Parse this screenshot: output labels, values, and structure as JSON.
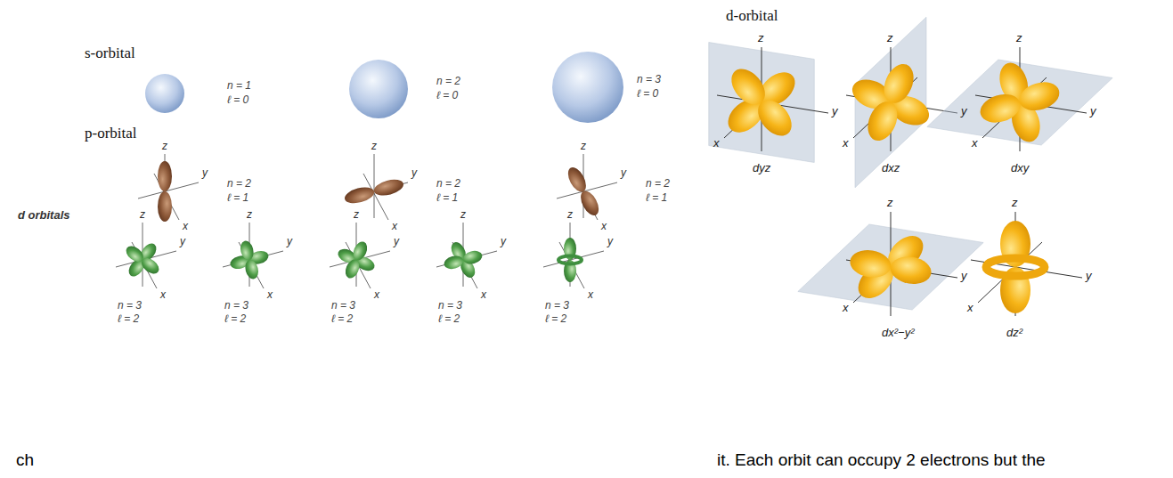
{
  "diagram": {
    "labels": [
      "s-orbital",
      "n = 1",
      "ℓ = 0",
      "n = 2",
      "ℓ = 0",
      "n = 3",
      "ℓ = 0",
      "p-orbital",
      "z",
      "y",
      "x",
      "n = 2",
      "ℓ = 1",
      "z",
      "y",
      "x",
      "n = 2",
      "ℓ = 1",
      "z",
      "y",
      "x",
      "n = 2",
      "ℓ = 1",
      "d orbitals",
      "z",
      "y",
      "x",
      "n = 3",
      "ℓ = 2",
      "z",
      "y",
      "x",
      "n = 3",
      "ℓ = 2",
      "z",
      "y",
      "x",
      "n = 3",
      "ℓ = 2",
      "z",
      "y",
      "x",
      "n = 3",
      "ℓ = 2",
      "z",
      "y",
      "x",
      "n = 3",
      "ℓ = 2",
      "d-orbital",
      "z",
      "y",
      "x",
      "dyz",
      "z",
      "y",
      "x",
      "dxz",
      "z",
      "y",
      "x",
      "dxy",
      "z",
      "y",
      "x",
      "dx²−y²",
      "z",
      "y",
      "x",
      "dz²",
      "ch",
      "it. Each orbit can occupy 2 electrons but the"
    ]
  }
}
